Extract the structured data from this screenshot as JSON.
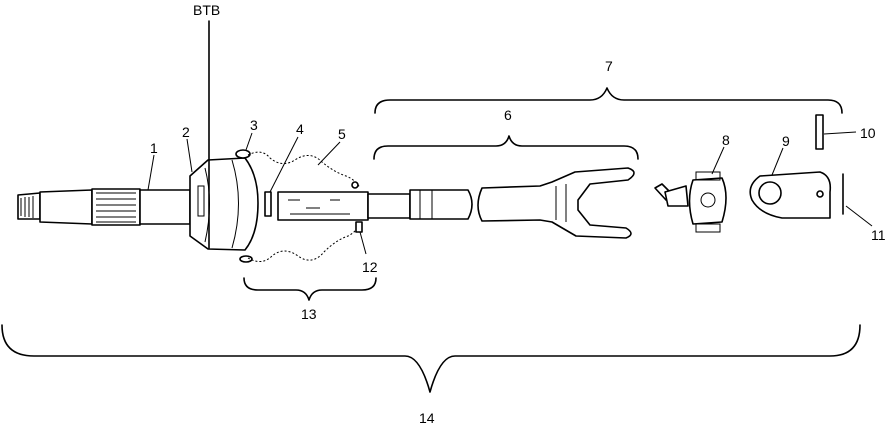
{
  "diagram": {
    "callouts": {
      "btb": "BTB",
      "c1": "1",
      "c2": "2",
      "c3": "3",
      "c4": "4",
      "c5": "5",
      "c6": "6",
      "c7": "7",
      "c8": "8",
      "c9": "9",
      "c10": "10",
      "c11": "11",
      "c12": "12",
      "c13": "13",
      "c14": "14"
    }
  }
}
